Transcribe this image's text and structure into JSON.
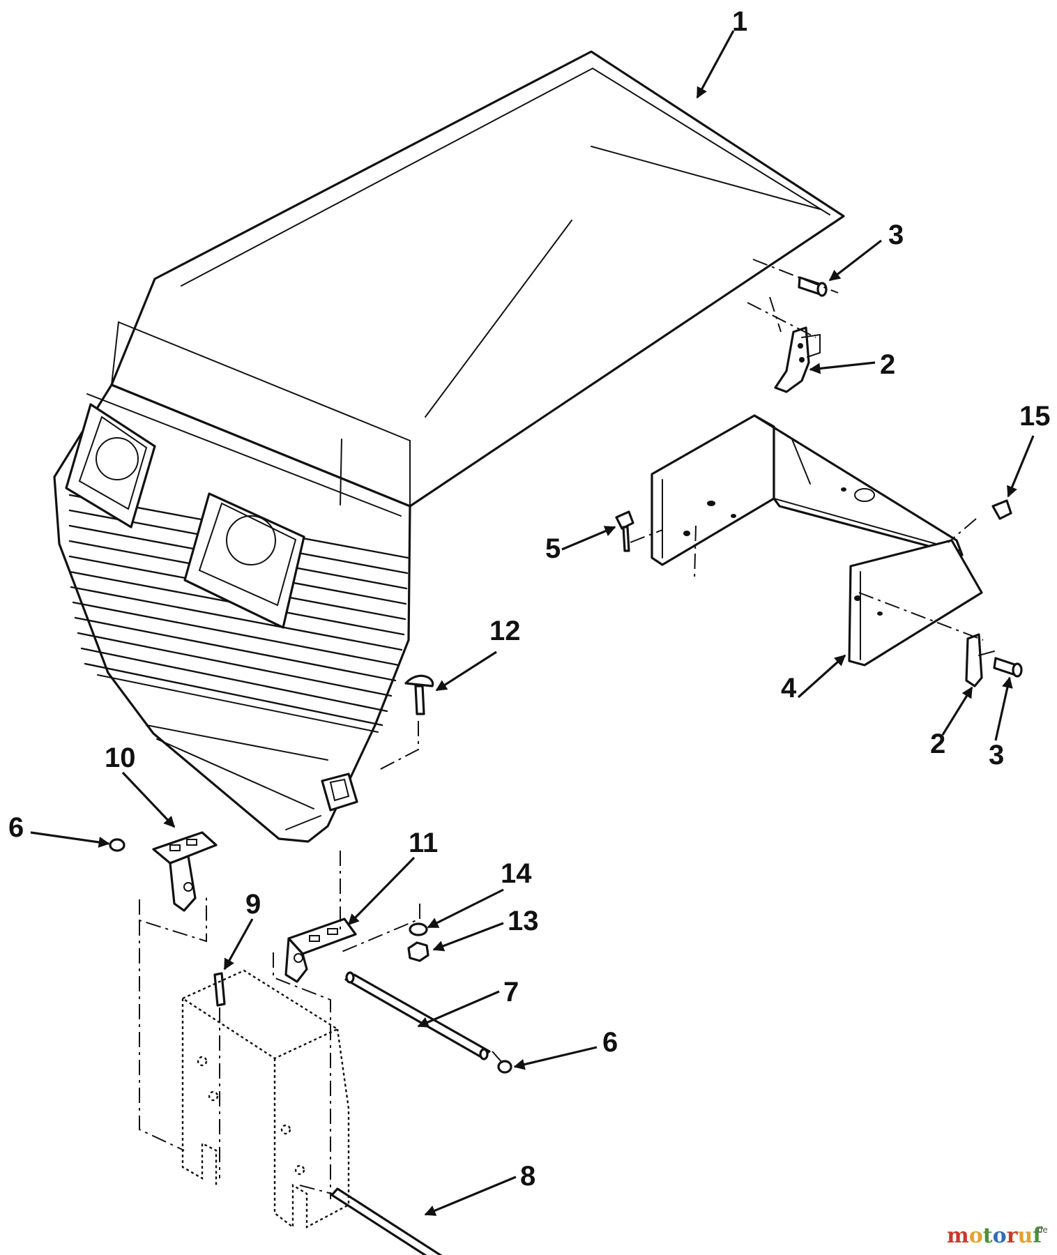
{
  "callouts": {
    "c1": "1",
    "c2a": "2",
    "c2b": "2",
    "c3a": "3",
    "c3b": "3",
    "c4": "4",
    "c5": "5",
    "c6a": "6",
    "c6b": "6",
    "c7": "7",
    "c8": "8",
    "c9": "9",
    "c10": "10",
    "c11": "11",
    "c12": "12",
    "c13": "13",
    "c14": "14",
    "c15": "15"
  },
  "watermark": {
    "letters": [
      {
        "t": "m",
        "color": "#c83a2b"
      },
      {
        "t": "o",
        "color": "#e3a22e"
      },
      {
        "t": "t",
        "color": "#4c8f3a"
      },
      {
        "t": "o",
        "color": "#2f6db5"
      },
      {
        "t": "r",
        "color": "#c83a2b"
      },
      {
        "t": "u",
        "color": "#e3a22e"
      },
      {
        "t": "f",
        "color": "#4c8f3a"
      }
    ],
    "suffix": ".de"
  }
}
